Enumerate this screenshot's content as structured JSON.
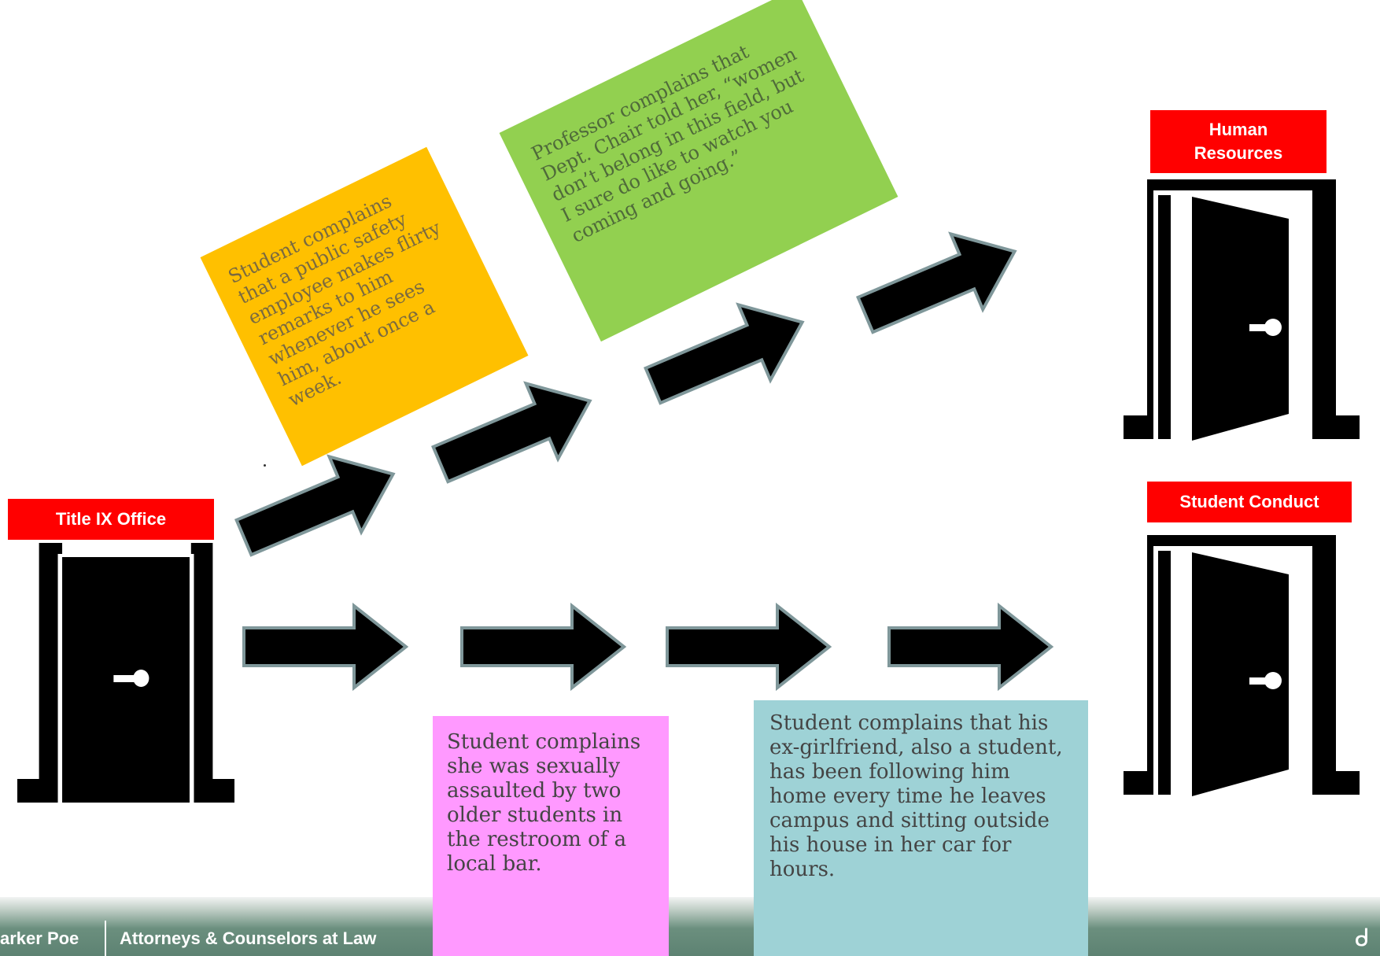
{
  "labels": {
    "title_ix": "Title IX Office",
    "human_resources": "Human\nResources",
    "student_conduct": "Student Conduct"
  },
  "notes": {
    "orange": "Student complains that a public safety employee makes flirty remarks to him whenever he sees him, about once a week.",
    "green": "Professor complains that Dept. Chair told her, “women don’t belong in this field, but I sure do like to watch you coming and going.”",
    "pink": "Student complains she was sexually assaulted by two older students in the restroom of a local bar.",
    "teal": "Student complains that his ex-girlfriend, also a student, has been following him home every time he leaves campus and sitting outside his house in her car for hours."
  },
  "footer": {
    "firm": "arker Poe",
    "tagline": "Attorneys & Counselors at Law",
    "logo": "ᑯ"
  },
  "colors": {
    "label_red": "#ff0000",
    "orange": "#ffc000",
    "green": "#92d050",
    "pink": "#ff99ff",
    "teal": "#9ed2d6",
    "arrow_fill": "#000000",
    "arrow_stroke": "#7f979a",
    "footer_green": "#5d8272"
  },
  "icons": {
    "doors": "door-icon",
    "arrows": "right-arrow-icon"
  }
}
